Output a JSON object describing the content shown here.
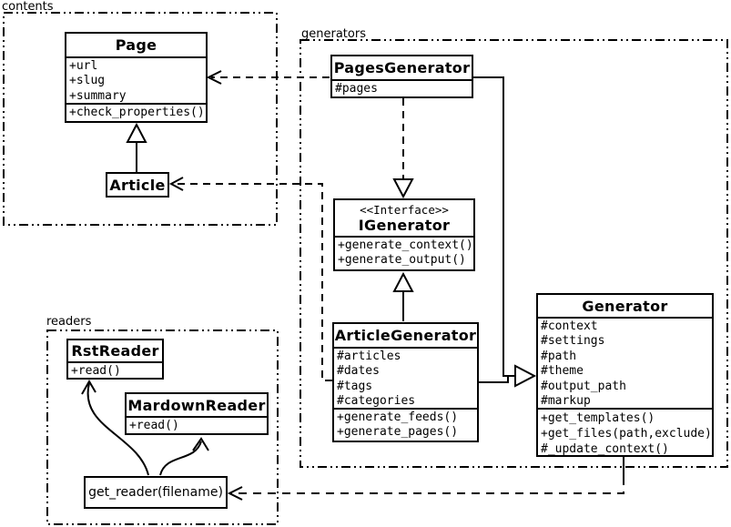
{
  "diagram_type": "uml-class-diagram",
  "colors": {
    "line": "#000000",
    "background": "#ffffff"
  },
  "packages": {
    "contents": {
      "label": "contents"
    },
    "generators": {
      "label": "generators"
    },
    "readers": {
      "label": "readers"
    }
  },
  "classes": {
    "page": {
      "name": "Page",
      "attributes": [
        "+url",
        "+slug",
        "+summary"
      ],
      "methods": [
        "+check_properties()"
      ]
    },
    "article": {
      "name": "Article"
    },
    "pages_generator": {
      "name": "PagesGenerator",
      "attributes": [
        "#pages"
      ]
    },
    "igenerator": {
      "stereotype": "<<Interface>>",
      "name": "IGenerator",
      "methods": [
        "+generate_context()",
        "+generate_output()"
      ]
    },
    "article_generator": {
      "name": "ArticleGenerator",
      "attributes": [
        "#articles",
        "#dates",
        "#tags",
        "#categories"
      ],
      "methods": [
        "+generate_feeds()",
        "+generate_pages()"
      ]
    },
    "generator": {
      "name": "Generator",
      "attributes": [
        "#context",
        "#settings",
        "#path",
        "#theme",
        "#output_path",
        "#markup"
      ],
      "methods": [
        "+get_templates()",
        "+get_files(path,exclude)",
        "#_update_context()"
      ]
    },
    "rst_reader": {
      "name": "RstReader",
      "methods": [
        "+read()"
      ]
    },
    "markdown_reader": {
      "name": "MardownReader",
      "methods": [
        "+read()"
      ]
    },
    "get_reader": {
      "name": "get_reader(filename)"
    }
  },
  "relations": [
    {
      "from": "Article",
      "to": "Page",
      "type": "generalization"
    },
    {
      "from": "PagesGenerator",
      "to": "Page",
      "type": "dependency"
    },
    {
      "from": "ArticleGenerator",
      "to": "Article",
      "type": "dependency"
    },
    {
      "from": "PagesGenerator",
      "to": "IGenerator",
      "type": "realization"
    },
    {
      "from": "ArticleGenerator",
      "to": "IGenerator",
      "type": "generalization"
    },
    {
      "from": "PagesGenerator",
      "to": "Generator",
      "type": "generalization"
    },
    {
      "from": "ArticleGenerator",
      "to": "Generator",
      "type": "generalization"
    },
    {
      "from": "Generator",
      "to": "get_reader(filename)",
      "type": "dependency"
    },
    {
      "from": "get_reader(filename)",
      "to": "RstReader",
      "type": "arrow"
    },
    {
      "from": "get_reader(filename)",
      "to": "MardownReader",
      "type": "arrow"
    }
  ]
}
